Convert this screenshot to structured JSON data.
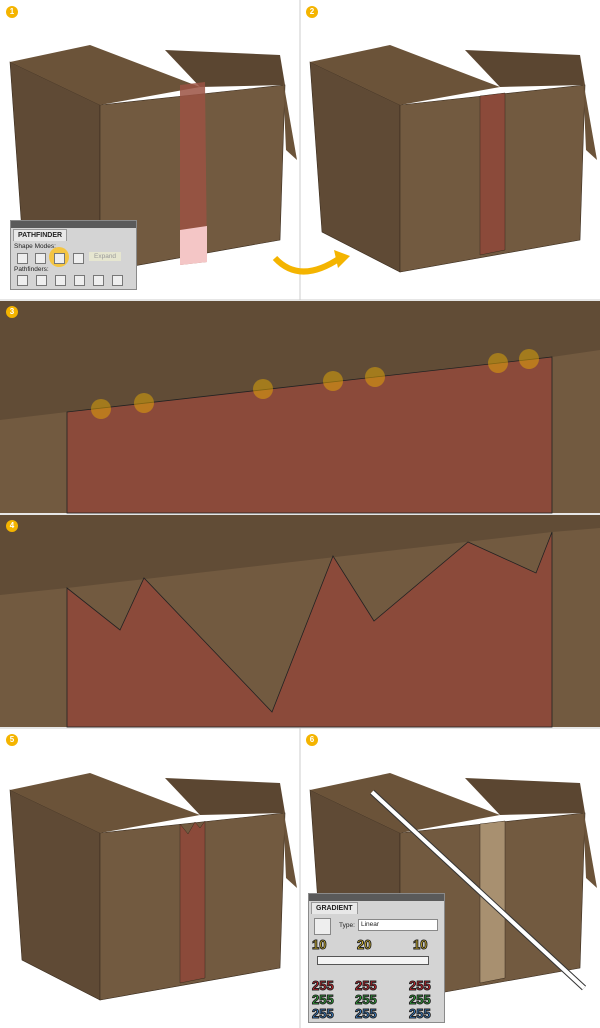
{
  "steps": [
    "1",
    "2",
    "3",
    "4",
    "5",
    "6"
  ],
  "pathfinder": {
    "title": "PATHFINDER",
    "shape_modes": "Shape Modes:",
    "pathfinders": "Pathfinders:",
    "expand": "Expand"
  },
  "gradient": {
    "title": "GRADIENT",
    "type_label": "Type:",
    "type_value": "Linear",
    "stop_values": [
      "10",
      "20",
      "10"
    ],
    "red": [
      "255",
      "255",
      "255"
    ],
    "green": [
      "255",
      "255",
      "255"
    ],
    "blue": [
      "255",
      "255",
      "255"
    ]
  },
  "colors": {
    "box_top": "#6b5339",
    "box_front": "#725a40",
    "box_side": "#5f4a35",
    "strip": "#8b4a3a",
    "badge": "#f4b400"
  }
}
